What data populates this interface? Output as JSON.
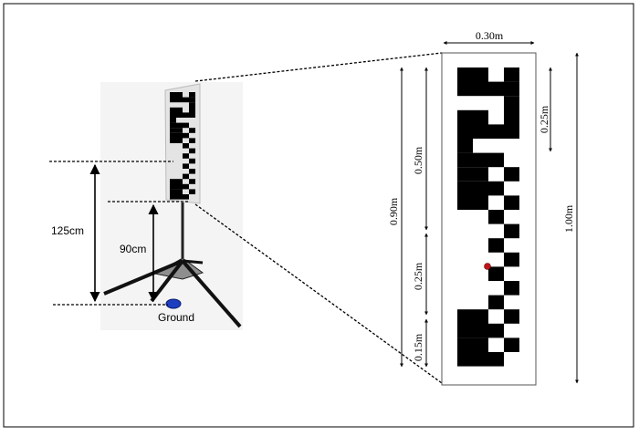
{
  "figure": {
    "left_labels": {
      "height_marker_high": "125cm",
      "height_marker_low": "90cm",
      "ground": "Ground"
    },
    "right_labels": {
      "width": "0.30m",
      "total_height": "1.00m",
      "upper_section": "0.90m",
      "upper_pattern": "0.50m",
      "middle_pattern": "0.25m",
      "bottom_pattern": "0.15m",
      "block_size": "0.25m"
    }
  },
  "colors": {
    "ground_marker": "#1d3fbf",
    "center_dot": "#c0141a",
    "pattern": "#000000",
    "photo_bg": "#f4f4f4"
  }
}
